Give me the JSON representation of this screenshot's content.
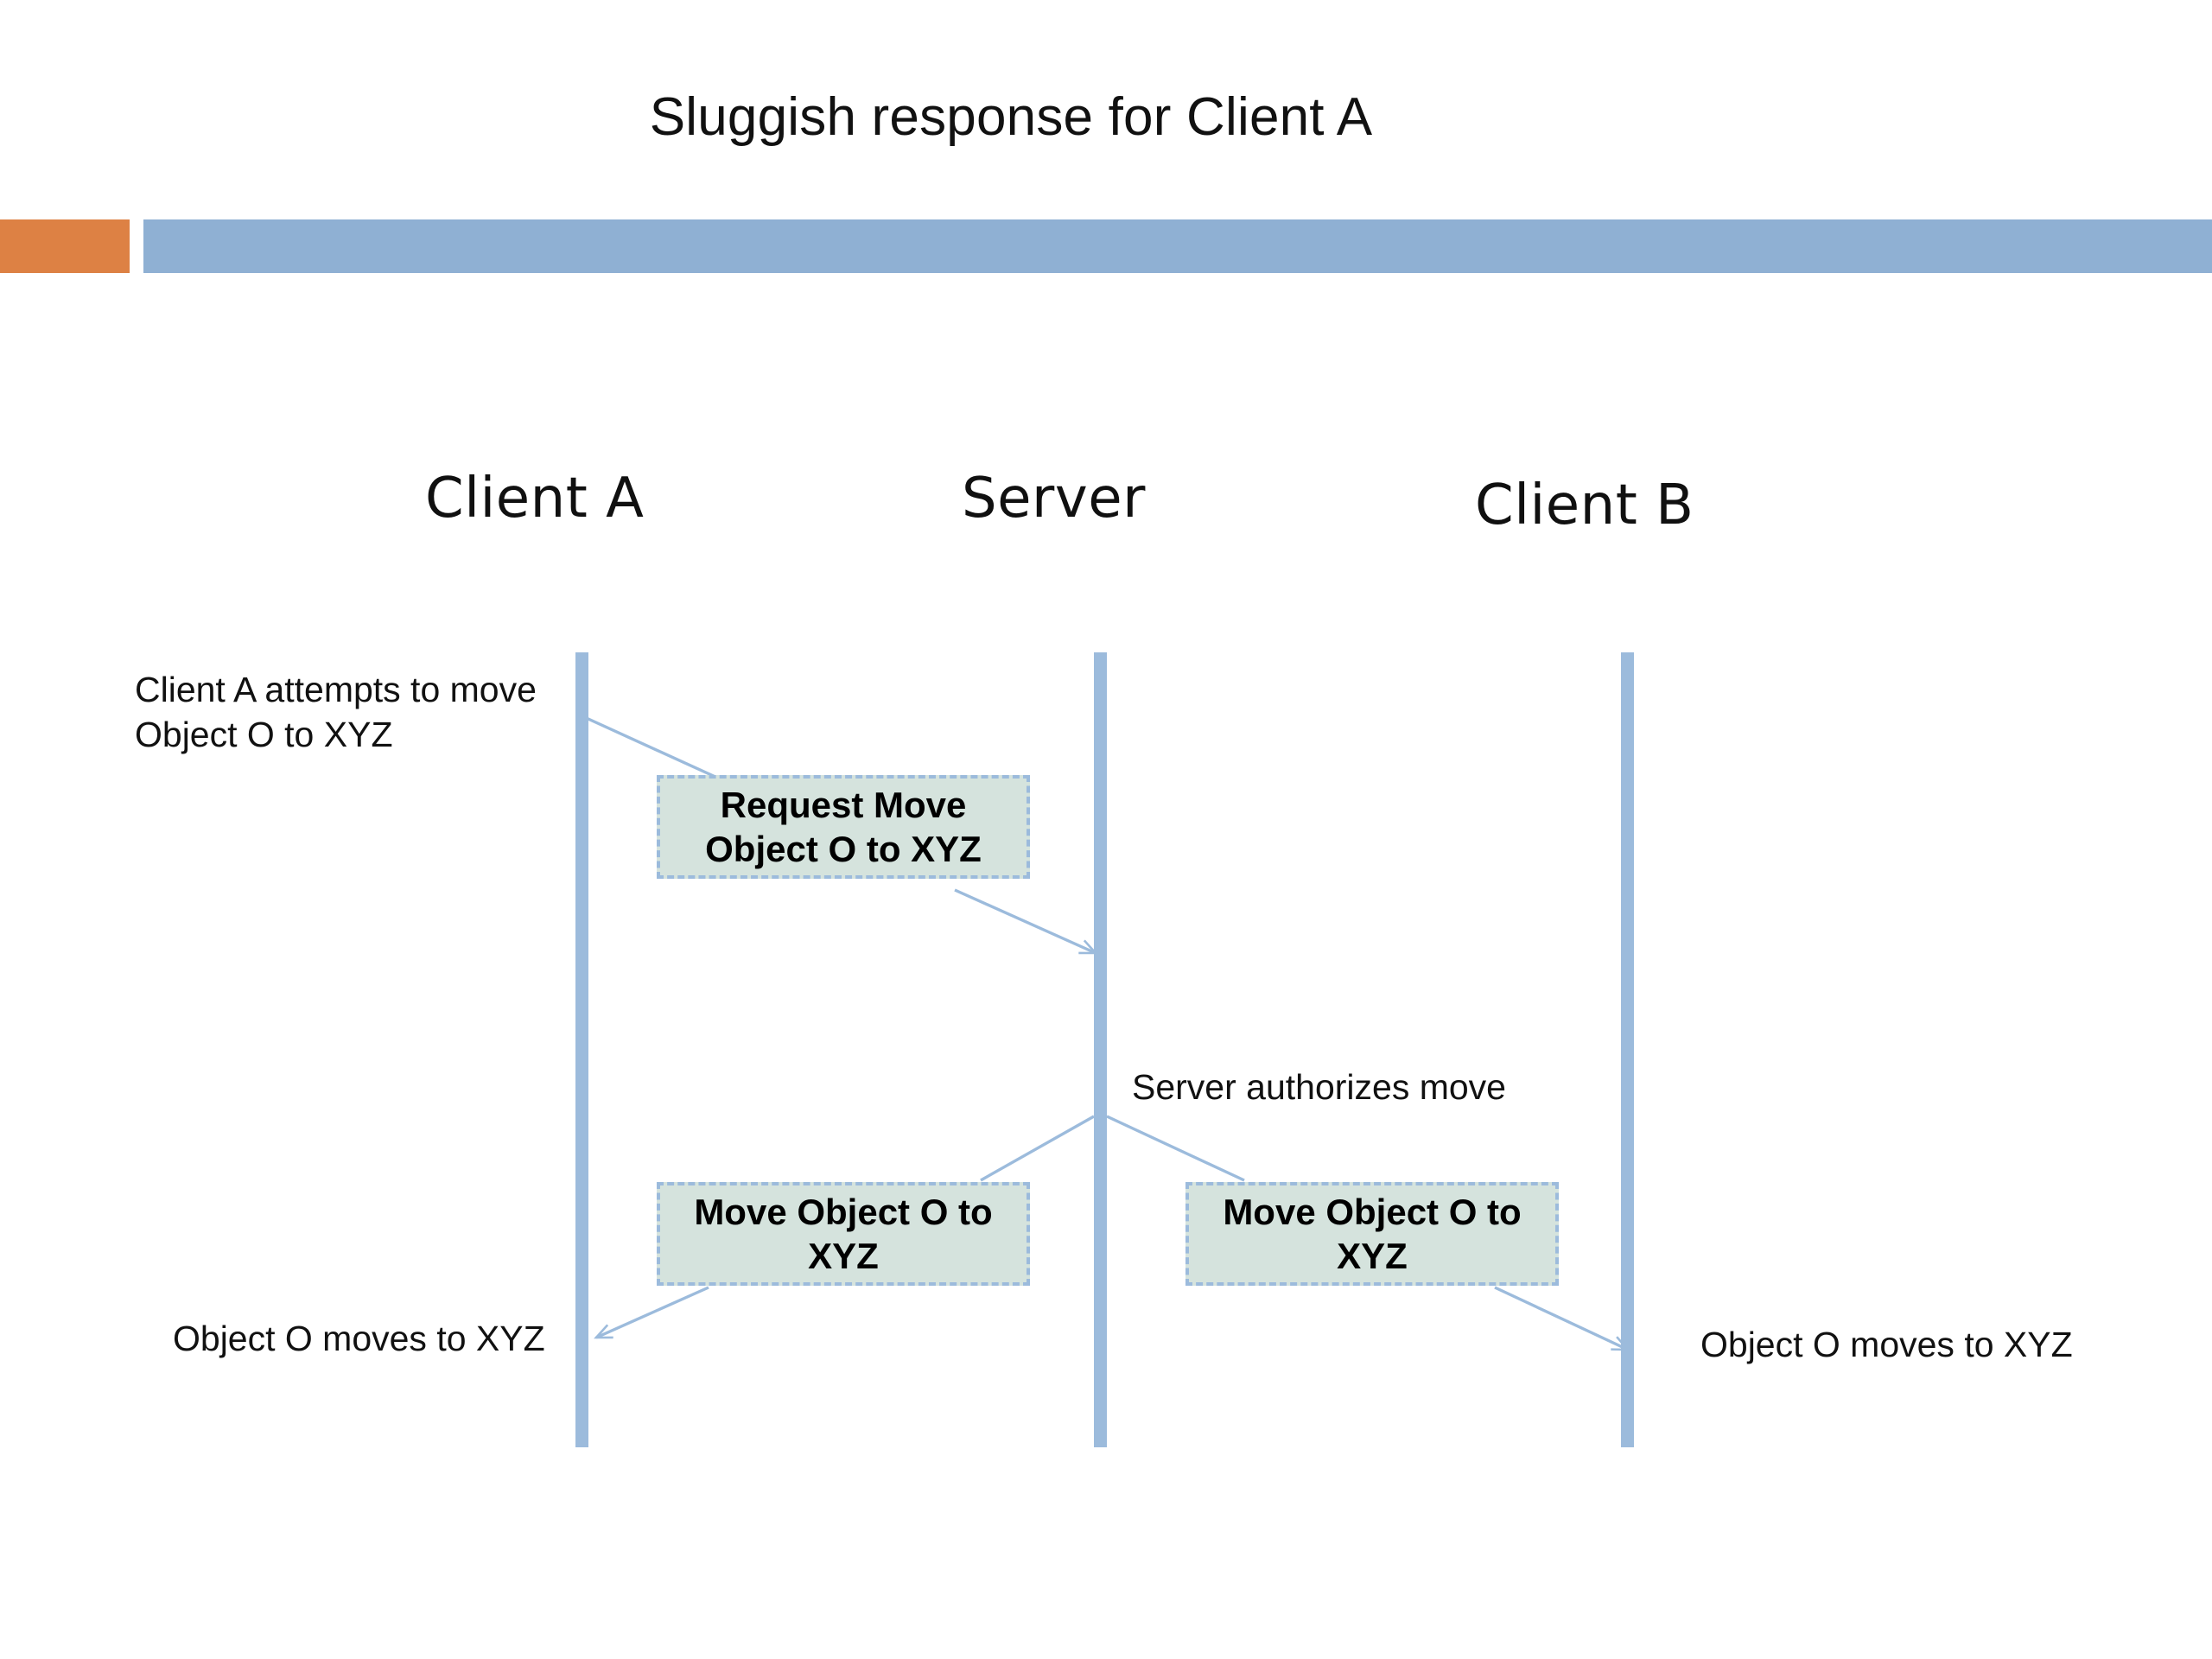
{
  "slide": {
    "title": "Sluggish response for Client A",
    "accent_orange": "#dd8144",
    "accent_blue": "#8fb0d3"
  },
  "diagram": {
    "type": "sequence-diagram",
    "lanes": [
      {
        "id": "client-a",
        "label": "Client A"
      },
      {
        "id": "server",
        "label": "Server"
      },
      {
        "id": "client-b",
        "label": "Client B"
      }
    ],
    "lifeline_color": "#9cbbdc",
    "message_box_fill": "#d5e3dd",
    "message_box_border": "#9cbbdc",
    "messages": [
      {
        "id": "request-move",
        "label": "Request Move\nObject O to XYZ",
        "from": "client-a",
        "to": "server"
      },
      {
        "id": "move-to-client-a",
        "label": "Move Object O to\nXYZ",
        "from": "server",
        "to": "client-a"
      },
      {
        "id": "move-to-client-b",
        "label": "Move Object O to\nXYZ",
        "from": "server",
        "to": "client-b"
      }
    ],
    "annotations": [
      {
        "id": "client-a-attempt",
        "text": "Client A attempts to move\nObject O to XYZ"
      },
      {
        "id": "server-authorizes",
        "text": "Server authorizes move"
      },
      {
        "id": "object-moves-client-a",
        "text": "Object O moves to XYZ"
      },
      {
        "id": "object-moves-client-b",
        "text": "Object O moves to XYZ"
      }
    ]
  }
}
